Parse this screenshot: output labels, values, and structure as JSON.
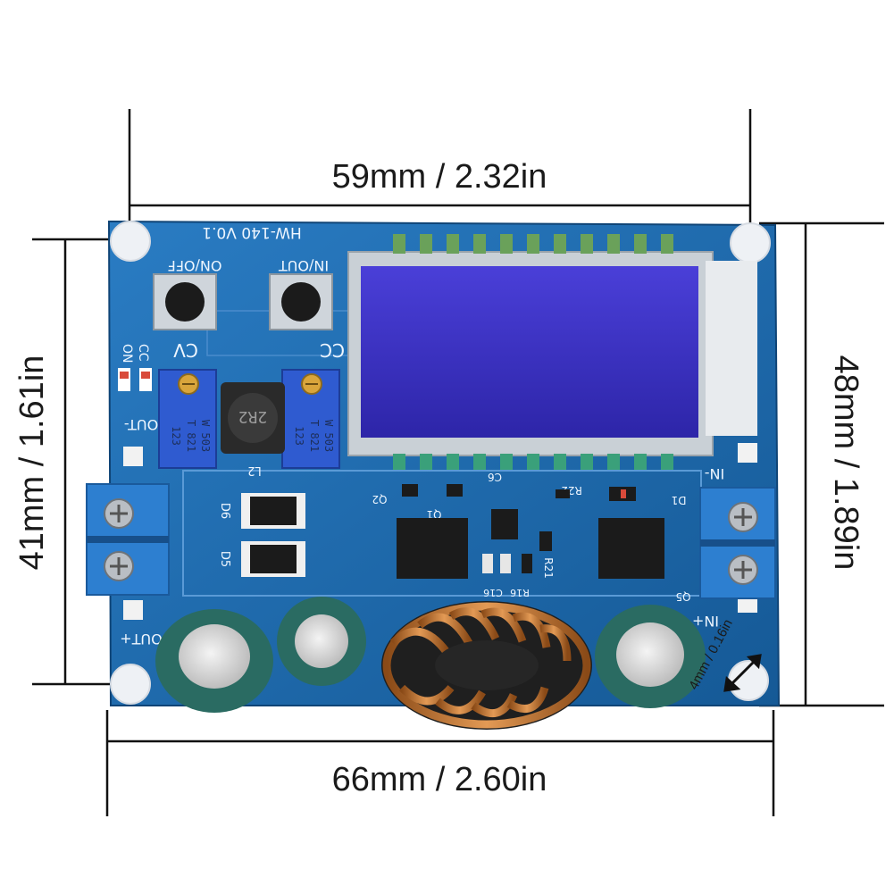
{
  "dimensions": {
    "top_width": "59mm / 2.32in",
    "bottom_width": "66mm / 2.60in",
    "left_height": "41mm / 1.61in",
    "right_height": "48mm / 1.89in",
    "hole_diameter": "4mm / 0.16in"
  },
  "silkscreen": {
    "model": "HW-140 V0.1",
    "on_off": "ON/OFF",
    "in_out": "IN/OUT",
    "cv": "CV",
    "cc": "CC",
    "on": "ON",
    "cc_led": "CC",
    "out_minus": "OUT-",
    "out_plus": "OUT+",
    "in_minus": "IN-",
    "in_plus": "IN+",
    "l2": "L2",
    "d6": "D6",
    "d5": "D5",
    "q2": "Q2",
    "q1": "Q1",
    "c6": "C6",
    "r22": "R22",
    "d1": "D1",
    "r21": "R21",
    "q5": "Q5",
    "r16": "R16",
    "c16": "C16",
    "inductor_code": "2R2"
  },
  "pots": [
    {
      "line1": "W 503",
      "line2": "T 821",
      "line3": "123"
    },
    {
      "line1": "W 503",
      "line2": "T 821",
      "line3": "123"
    }
  ],
  "colors": {
    "pcb": "#1f6fb5",
    "pcb_dark": "#155996",
    "lcd": "#3b33c9",
    "copper": "#c9772e",
    "capacitor": "#2a6b62",
    "terminal": "#2d7fd0"
  }
}
